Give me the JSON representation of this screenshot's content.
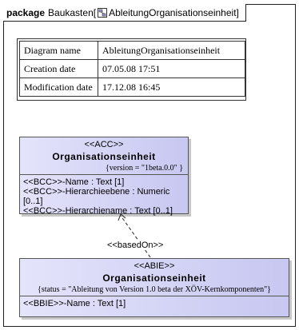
{
  "package": {
    "keyword": "package",
    "name": "Baukasten",
    "diagram_ref": "AbleitungOrganisationseinheit"
  },
  "info_table": {
    "rows": [
      {
        "key": "Diagram name",
        "value": "AbleitungOrganisationseinheit"
      },
      {
        "key": "Creation date",
        "value": "07.05.08 17:51"
      },
      {
        "key": "Modification date",
        "value": "17.12.08 16:45"
      }
    ]
  },
  "acc_class": {
    "stereotype": "<<ACC>>",
    "name": "Organisationseinheit",
    "tagged_value": "{version = \"1beta.0.0\"    }",
    "attributes": [
      "<<BCC>>-Name : Text [1]",
      "<<BCC>>-Hierarchieebene : Numeric [0..1]",
      "<<BCC>>-Hierarchiename : Text [0..1]"
    ]
  },
  "relation": {
    "label": "<<basedOn>>"
  },
  "abie_class": {
    "stereotype": "<<ABIE>>",
    "name": "Organisationseinheit",
    "tagged_value": "{status = \"Ableitung    von Version 1.0 beta der XÖV-Kernkomponenten\"}",
    "attributes": [
      "<<BBIE>>-Name : Text [1]"
    ]
  },
  "colors": {
    "class_fill_light": "#e4e4fb",
    "class_fill_dark": "#c7c7f1",
    "border": "#555555"
  },
  "icons": [
    "diagram-icon"
  ]
}
